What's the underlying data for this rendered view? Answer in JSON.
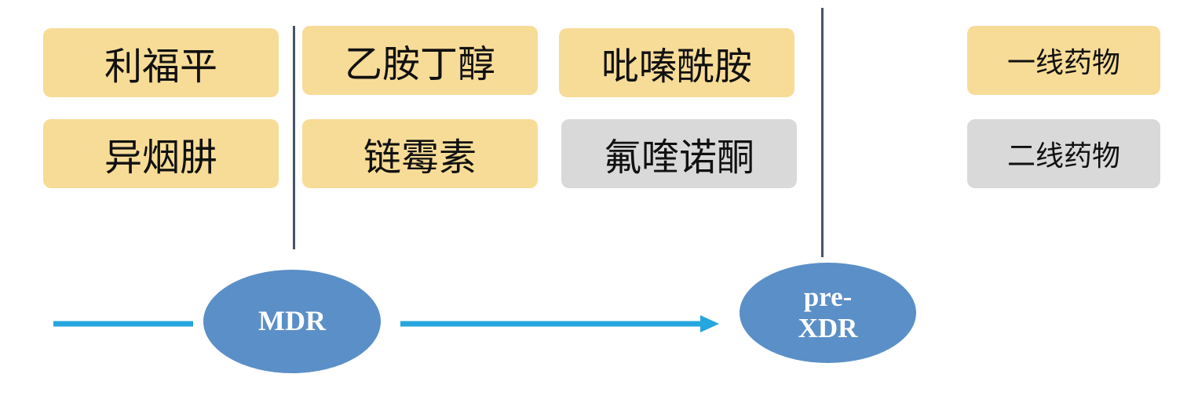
{
  "colors": {
    "first_line": "#f7dc97",
    "second_line": "#d9d9d9",
    "stage_fill": "#5b8fc7",
    "arrow": "#26a6de",
    "divider": "#44546a"
  },
  "drugs": {
    "rifampicin": "利福平",
    "isoniazid": "异烟肼",
    "ethambutol": "乙胺丁醇",
    "streptomycin": "链霉素",
    "pyrazinamide": "吡嗪酰胺",
    "fluoroquinolone": "氟喹诺酮"
  },
  "legend": {
    "first_line": "一线药物",
    "second_line": "二线药物"
  },
  "stages": {
    "mdr": [
      "MDR"
    ],
    "pre_xdr": [
      "pre-",
      "XDR"
    ]
  }
}
